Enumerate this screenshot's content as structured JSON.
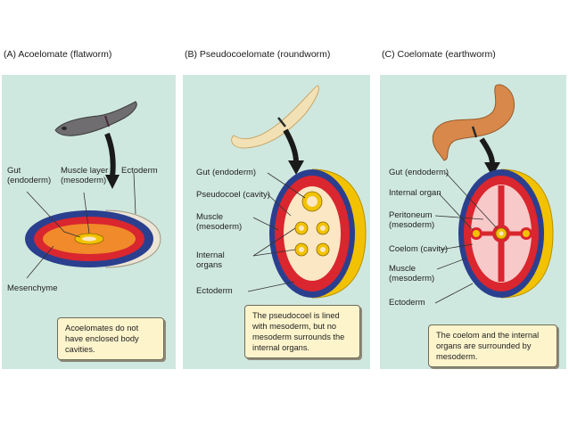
{
  "panels": {
    "a": {
      "title": "(A) Acoelomate (flatworm)",
      "labels": {
        "gut": "Gut\n(endoderm)",
        "muscle": "Muscle layer\n(mesoderm)",
        "ectoderm": "Ectoderm",
        "mesenchyme": "Mesenchyme"
      },
      "caption": "Acoelomates do not have enclosed body cavities."
    },
    "b": {
      "title": "(B) Pseudocoelomate (roundworm)",
      "labels": {
        "gut": "Gut (endoderm)",
        "pseudocoel": "Pseudocoel (cavity)",
        "muscle": "Muscle\n(mesoderm)",
        "organs": "Internal\norgans",
        "ectoderm": "Ectoderm"
      },
      "caption": "The pseudocoel is lined with mesoderm, but no mesoderm surrounds the internal organs."
    },
    "c": {
      "title": "(C) Coelomate (earthworm)",
      "labels": {
        "gut": "Gut (endoderm)",
        "organ": "Internal organ",
        "peritoneum": "Peritoneum\n(mesoderm)",
        "coelom": "Coelom (cavity)",
        "muscle": "Muscle\n(mesoderm)",
        "ectoderm": "Ectoderm"
      },
      "caption": "The coelom and the internal organs are surrounded by mesoderm."
    }
  },
  "colors": {
    "background": "#cfe8df",
    "ectoderm": "#2b3f8f",
    "mesoderm": "#d9262f",
    "endoderm": "#f2c200",
    "mesenchyme": "#f08a2a",
    "cavity": "#fbe7c4",
    "caption_box": "#fdf4cc"
  }
}
